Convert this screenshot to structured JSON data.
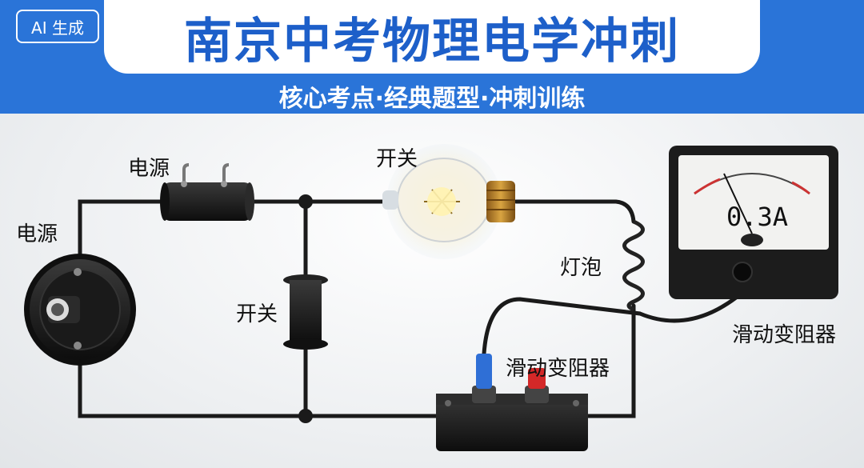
{
  "badge": "AI 生成",
  "header": {
    "title": "南京中考物理电学冲刺",
    "subtitle": "核心考点·经典题型·冲刺训练"
  },
  "labels": {
    "power_left": "电源",
    "power_top": "电源",
    "switch_top": "开关",
    "switch_mid": "开关",
    "bulb": "灯泡",
    "rheostat_right": "滑动变阻器",
    "rheostat_mid": "滑动变阻器"
  },
  "meter": {
    "reading": "0.3A"
  },
  "colors": {
    "header": "#2a74d8",
    "title": "#1d5fc9",
    "wire": "#1a1a1a"
  }
}
